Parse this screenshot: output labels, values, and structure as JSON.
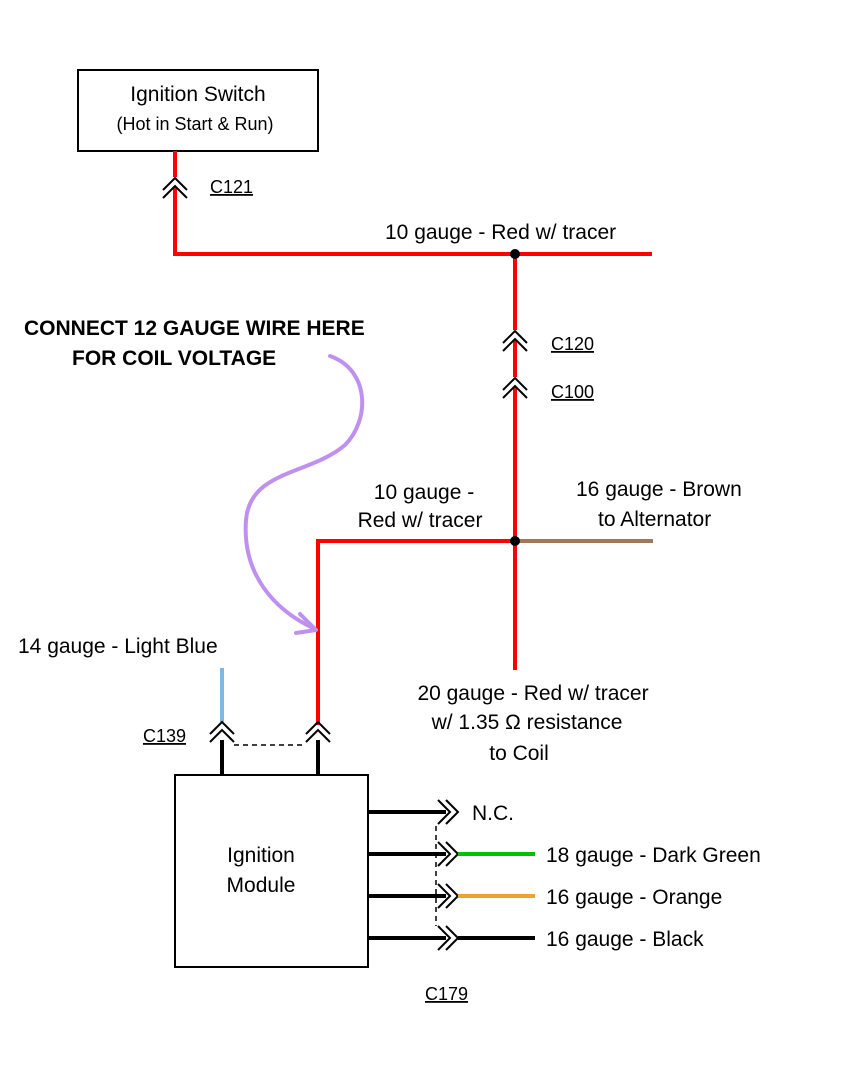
{
  "ignition_switch": {
    "title": "Ignition Switch",
    "subtitle": "(Hot in Start & Run)"
  },
  "ignition_module": {
    "line1": "Ignition",
    "line2": "Module"
  },
  "connectors": {
    "c121": "C121",
    "c120": "C120",
    "c100": "C100",
    "c139": "C139",
    "c179": "C179"
  },
  "wire_labels": {
    "top_bus": "10 gauge - Red w/ tracer",
    "mid_left_line1": "10 gauge -",
    "mid_left_line2": "Red w/ tracer",
    "brown_line1": "16 gauge - Brown",
    "brown_line2": "to Alternator",
    "coil_line1": "20 gauge - Red w/ tracer",
    "coil_line2": "w/ 1.35 Ω resistance",
    "coil_line3": "to Coil",
    "light_blue": "14 gauge - Light Blue",
    "nc": "N.C.",
    "dark_green": "18 gauge - Dark Green",
    "orange": "16 gauge - Orange",
    "black": "16 gauge - Black"
  },
  "annotation": {
    "line1": "CONNECT 12 GAUGE WIRE HERE",
    "line2": "FOR COIL VOLTAGE"
  },
  "colors": {
    "red": "#ff0000",
    "brown": "#a0785a",
    "light_blue": "#80b8e0",
    "green": "#00c000",
    "orange": "#f0a030",
    "black": "#000000",
    "purple_arrow": "#c090f0"
  }
}
